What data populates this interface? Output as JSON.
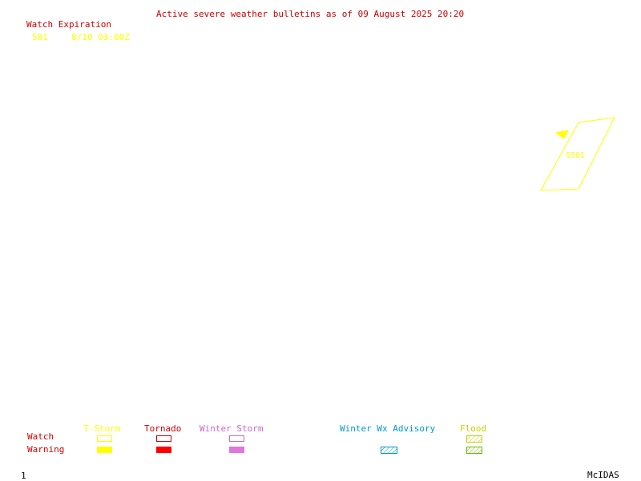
{
  "header": {
    "title": "Active severe weather bulletins as of 09 August 2025 20:20",
    "title_color": "#cc0000"
  },
  "watch_list": {
    "heading": "Watch Expiration",
    "heading_color": "#cc0000",
    "entries": [
      {
        "number": "581",
        "expiration": "8/10 03:00Z",
        "color": "#ffff00"
      }
    ]
  },
  "map": {
    "polygons": [
      {
        "label": "S581",
        "type": "severe thunderstorm watch",
        "color": "#ffff00"
      }
    ]
  },
  "legend": {
    "categories": [
      {
        "label": "T-Storm",
        "color": "#ffff00"
      },
      {
        "label": "Tornado",
        "color": "#cc0000"
      },
      {
        "label": "Winter Storm",
        "color": "#cc66cc"
      },
      {
        "label": "Winter Wx Advisory",
        "color": "#0099cc"
      },
      {
        "label": "Flood",
        "color": "#cccc00"
      }
    ],
    "rows": {
      "watch": "Watch",
      "warning": "Warning",
      "color": "#cc0000"
    },
    "swatch_colors": {
      "tstorm_warning": "#ffff00",
      "tornado_warning": "#ff0000",
      "winter_storm_warning": "#dd77dd",
      "winter_wx_hatch": "#0099cc",
      "flood_watch_hatch": "#cccc00",
      "flood_warning_hatch": "#66bb00"
    }
  },
  "footer": {
    "frame_number": "1",
    "brand": "McIDAS"
  }
}
